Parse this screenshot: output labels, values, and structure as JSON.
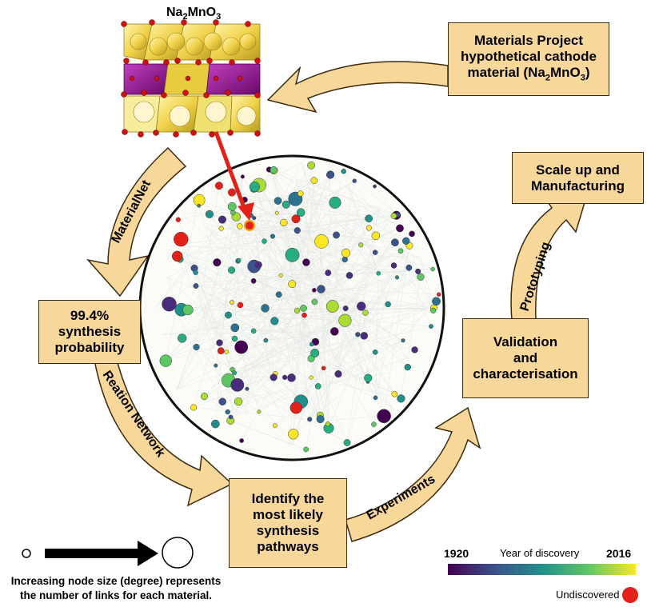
{
  "crystal": {
    "formula_prefix": "Na",
    "sub1": "2",
    "formula_mid": "MnO",
    "sub2": "3"
  },
  "boxes": {
    "materials_project": {
      "line1": "Materials Project",
      "line2": "hypothetical cathode",
      "line3_prefix": "material (Na",
      "line3_sub1": "2",
      "line3_mid": "MnO",
      "line3_sub2": "3",
      "line3_suffix": ")"
    },
    "synthesis_probability": {
      "line1": "99.4%",
      "line2": "synthesis",
      "line3": "probability"
    },
    "identify": {
      "line1": "Identify the",
      "line2": "most likely",
      "line3": "synthesis",
      "line4": "pathways"
    },
    "validation": {
      "line1": "Validation",
      "line2": "and",
      "line3": "characterisation"
    },
    "scale_up": {
      "line1": "Scale up and",
      "line2": "Manufacturing"
    }
  },
  "arrow_labels": {
    "materialnet": "MaterialNet",
    "reaction_network": "Reation Network",
    "experiments": "Experiments",
    "prototyping": "Prototyping"
  },
  "legend": {
    "node_size_line1": "Increasing node size (degree) represents",
    "node_size_line2": "the number of links for each material.",
    "year_start": "1920",
    "year_title": "Year of discovery",
    "year_end": "2016",
    "undiscovered": "Undiscovered"
  },
  "colors": {
    "box_fill": "#f8d79a",
    "arrow_fill": "#f8d79a",
    "pointer_red": "#e32119",
    "undiscovered_red": "#e32119",
    "colormap_start": "#440154",
    "colormap_end": "#fde725"
  }
}
